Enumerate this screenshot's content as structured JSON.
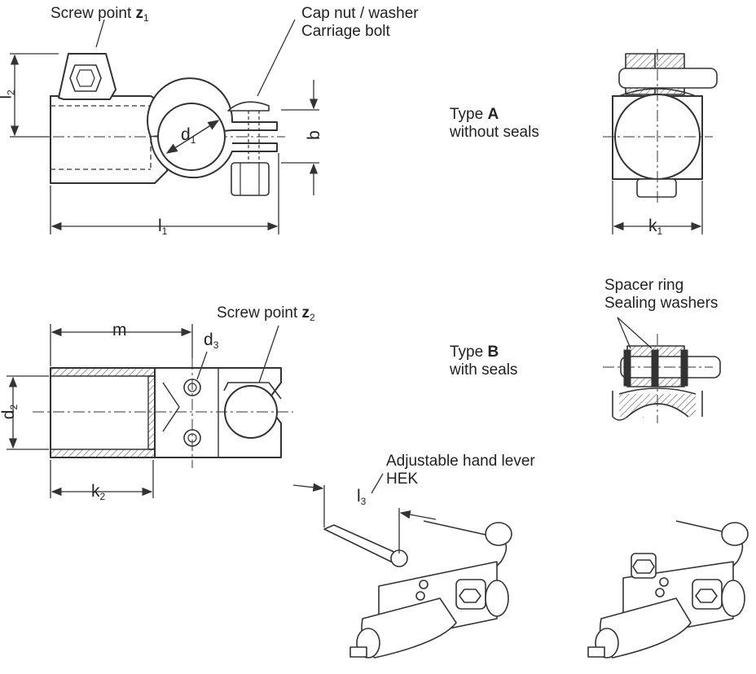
{
  "labels": {
    "screw_point_z1_prefix": "Screw point ",
    "screw_point_z1_var": "z",
    "screw_point_z1_sub": "1",
    "cap_nut_line1": "Cap nut / washer",
    "cap_nut_line2": "Carriage bolt",
    "type_a_prefix": "Type ",
    "type_a_letter": "A",
    "type_a_desc": "without seals",
    "type_b_prefix": "Type ",
    "type_b_letter": "B",
    "type_b_desc": "with seals",
    "spacer_ring": "Spacer ring",
    "sealing_washers": "Sealing washers",
    "screw_point_z2_prefix": "Screw point ",
    "screw_point_z2_var": "z",
    "screw_point_z2_sub": "2",
    "hand_lever_line1": "Adjustable hand lever",
    "hand_lever_line2": "HEK"
  },
  "dimensions": {
    "l2": {
      "base": "l",
      "sub": "2"
    },
    "d1": {
      "base": "d",
      "sub": "1"
    },
    "b": {
      "base": "b",
      "sub": ""
    },
    "l1": {
      "base": "l",
      "sub": "1"
    },
    "k1": {
      "base": "k",
      "sub": "1"
    },
    "m": {
      "base": "m",
      "sub": ""
    },
    "d3": {
      "base": "d",
      "sub": "3"
    },
    "d2": {
      "base": "d",
      "sub": "2"
    },
    "k2": {
      "base": "k",
      "sub": "2"
    },
    "l3": {
      "base": "l",
      "sub": "3"
    }
  },
  "colors": {
    "line": "#333333",
    "hatch": "#555555",
    "fill": "#ffffff",
    "shade": "#d8d8d8"
  }
}
